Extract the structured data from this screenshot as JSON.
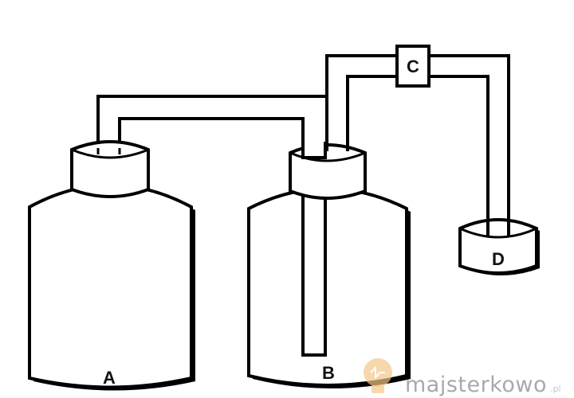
{
  "labels": {
    "bottle_a": "A",
    "bottle_b": "B",
    "valve_c": "C",
    "dish_d": "D"
  },
  "watermark": {
    "text": "majsterkowo",
    "suffix": ".pl"
  },
  "colors": {
    "stroke": "#000000",
    "fill": "#ffffff",
    "shadow": "#000000",
    "watermark_bulb": "#f3c78a",
    "watermark_text": "#a9a9a9"
  }
}
